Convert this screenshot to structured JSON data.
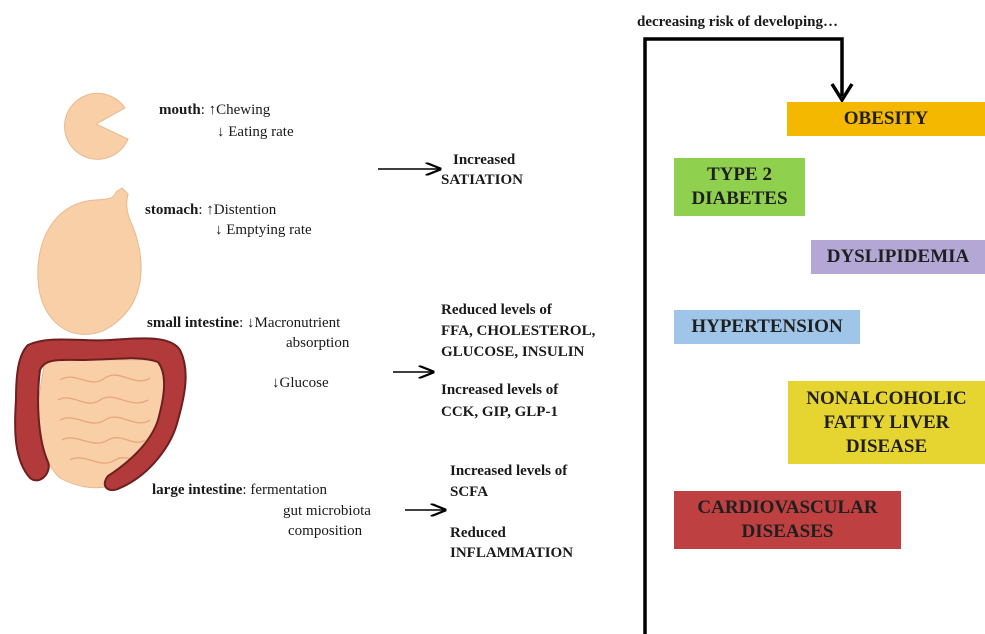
{
  "header": {
    "risk_text": "decreasing risk of developing…"
  },
  "organs": {
    "mouth": {
      "name": "mouth",
      "line1": ":  ↑Chewing",
      "line2": "↓ Eating rate"
    },
    "stomach": {
      "name": "stomach",
      "line1": ":  ↑Distention",
      "line2": "↓ Emptying rate"
    },
    "small_intestine": {
      "name": "small intestine",
      "line1": ":  ↓Macronutrient",
      "line2": "absorption",
      "line3": "↓Glucose"
    },
    "large_intestine": {
      "name": "large intestine",
      "line1": ":  fermentation",
      "line2": "gut microbiota",
      "line3": "composition"
    }
  },
  "outcomes": {
    "satiation": {
      "line1": "Increased",
      "line2": "SATIATION"
    },
    "reduced_levels": {
      "line1": "Reduced levels of",
      "line2": "FFA, CHOLESTEROL,",
      "line3": "GLUCOSE, INSULIN"
    },
    "increased_levels": {
      "line1": "Increased levels of",
      "line2": "CCK, GIP, GLP-1"
    },
    "scfa": {
      "line1": "Increased levels of",
      "line2": "SCFA"
    },
    "inflammation": {
      "line1": "Reduced",
      "line2": "INFLAMMATION"
    }
  },
  "diseases": [
    {
      "label": "OBESITY",
      "color": "#f5b800"
    },
    {
      "label": "TYPE 2\nDIABETES",
      "color": "#8fd14f"
    },
    {
      "label": "DYSLIPIDEMIA",
      "color": "#b4a7d6"
    },
    {
      "label": "HYPERTENSION",
      "color": "#9fc5e8"
    },
    {
      "label": "NONALCOHOLIC\nFATTY LIVER\nDISEASE",
      "color": "#e6d431"
    },
    {
      "label": "CARDIOVASCULAR\nDISEASES",
      "color": "#bf4040"
    }
  ],
  "colors": {
    "organ_fill": "#f9cfa8",
    "colon_fill": "#b23a3a",
    "colon_stroke": "#6e1f1f",
    "arrow": "#000000"
  }
}
